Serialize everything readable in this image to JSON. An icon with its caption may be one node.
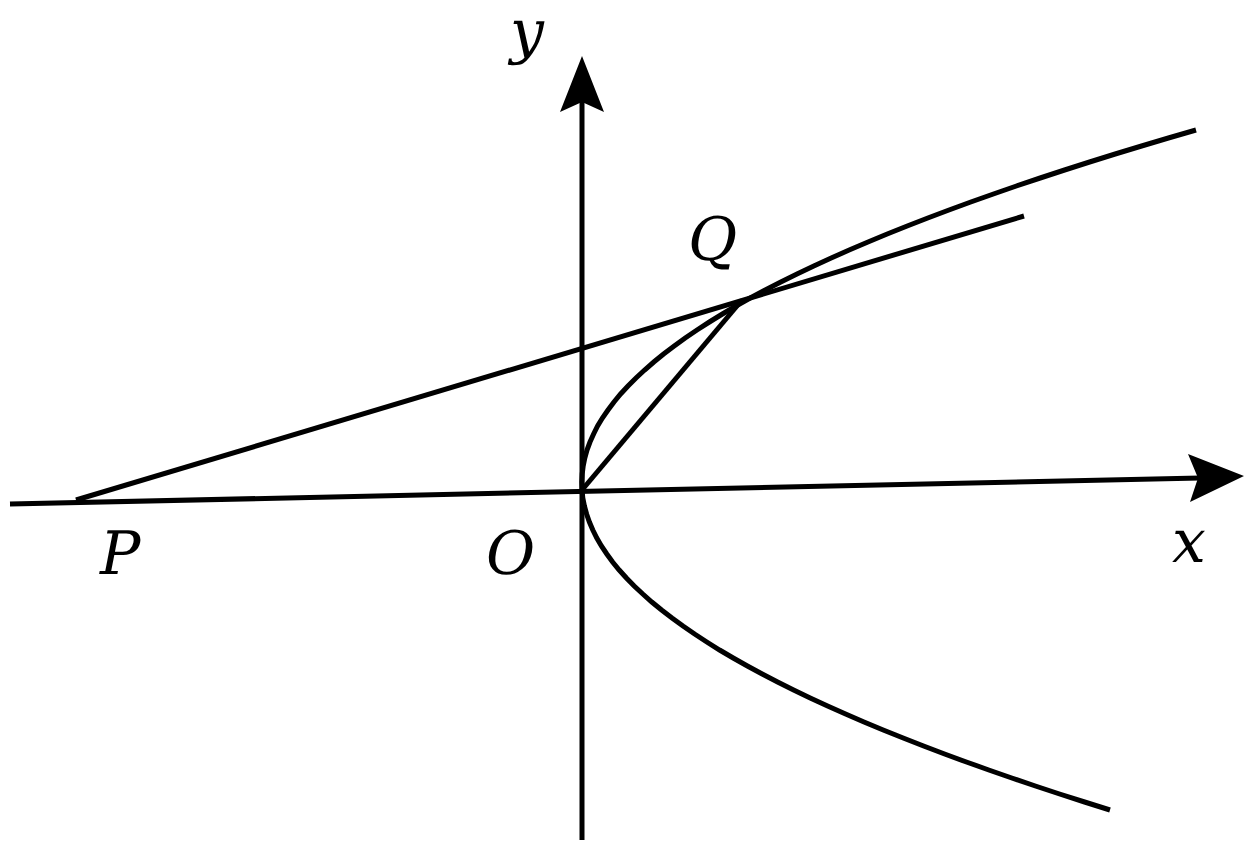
{
  "diagram": {
    "labels": [
      "y",
      "Q",
      "P",
      "O",
      "x"
    ]
  }
}
